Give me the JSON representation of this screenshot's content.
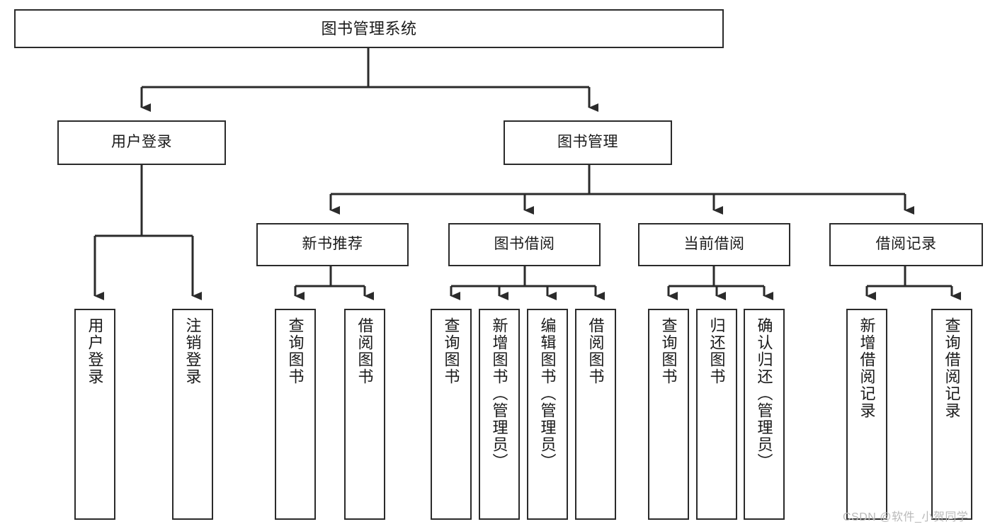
{
  "diagram": {
    "type": "tree-hierarchy-chart",
    "title": "图书管理系统",
    "stroke_color": "#2b2b2b",
    "fill_color": "#ffffff",
    "text_color": "#1a1a1a",
    "levels": [
      {
        "level": 1,
        "nodes": [
          {
            "id": "root",
            "label": "图书管理系统",
            "orientation": "horizontal"
          }
        ]
      },
      {
        "level": 2,
        "nodes": [
          {
            "id": "login",
            "label": "用户登录",
            "orientation": "horizontal",
            "parent": "root"
          },
          {
            "id": "bookmgmt",
            "label": "图书管理",
            "orientation": "horizontal",
            "parent": "root"
          }
        ]
      },
      {
        "level": 3,
        "nodes": [
          {
            "id": "newbook",
            "label": "新书推荐",
            "orientation": "horizontal",
            "parent": "bookmgmt"
          },
          {
            "id": "borrow",
            "label": "图书借阅",
            "orientation": "horizontal",
            "parent": "bookmgmt"
          },
          {
            "id": "current",
            "label": "当前借阅",
            "orientation": "horizontal",
            "parent": "bookmgmt"
          },
          {
            "id": "record",
            "label": "借阅记录",
            "orientation": "horizontal",
            "parent": "bookmgmt"
          }
        ]
      },
      {
        "level": 4,
        "nodes": [
          {
            "id": "leaf1",
            "label": "用户登录",
            "orientation": "vertical",
            "parent": "login"
          },
          {
            "id": "leaf2",
            "label": "注销登录",
            "orientation": "vertical",
            "parent": "login"
          },
          {
            "id": "leaf3",
            "label": "查询图书",
            "orientation": "vertical",
            "parent": "newbook"
          },
          {
            "id": "leaf4",
            "label": "借阅图书",
            "orientation": "vertical",
            "parent": "newbook"
          },
          {
            "id": "leaf5",
            "label": "查询图书",
            "orientation": "vertical",
            "parent": "borrow"
          },
          {
            "id": "leaf6",
            "label": "新增图书（管理员）",
            "orientation": "vertical",
            "parent": "borrow"
          },
          {
            "id": "leaf7",
            "label": "编辑图书（管理员）",
            "orientation": "vertical",
            "parent": "borrow"
          },
          {
            "id": "leaf8",
            "label": "借阅图书",
            "orientation": "vertical",
            "parent": "borrow"
          },
          {
            "id": "leaf9",
            "label": "查询图书",
            "orientation": "vertical",
            "parent": "current"
          },
          {
            "id": "leaf10",
            "label": "归还图书",
            "orientation": "vertical",
            "parent": "current"
          },
          {
            "id": "leaf11",
            "label": "确认归还（管理员）",
            "orientation": "vertical",
            "parent": "current"
          },
          {
            "id": "leaf12",
            "label": "新增借阅记录",
            "orientation": "vertical",
            "parent": "record"
          },
          {
            "id": "leaf13",
            "label": "查询借阅记录",
            "orientation": "vertical",
            "parent": "record"
          }
        ]
      }
    ]
  },
  "watermark": {
    "text": "CSDN @软件_小贺同学"
  }
}
